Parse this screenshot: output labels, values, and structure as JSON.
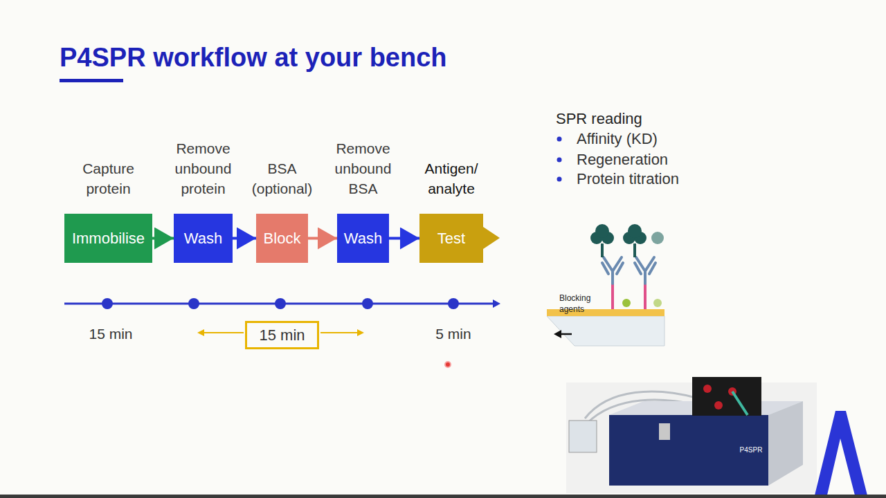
{
  "diagram": {
    "title": "P4SPR workflow at your bench",
    "nodes": [
      {
        "text": [
          "Capture protein",
          "Immobilise"
        ]
      },
      {
        "text": [
          "Remove unbound protein",
          "Wash"
        ]
      },
      {
        "text": [
          "BSA (optional)",
          "Block"
        ]
      },
      {
        "text": [
          "Remove unbound BSA",
          "Wash"
        ]
      },
      {
        "text": [
          "Antigen/ analyte",
          "Test"
        ]
      },
      {
        "text": [
          "15 min"
        ]
      }
    ],
    "edges": [
      {
        "from": 0,
        "to": 1,
        "arrow": "to"
      },
      {
        "from": 1,
        "to": 2,
        "arrow": "to"
      },
      {
        "from": 2,
        "to": 3,
        "arrow": "to"
      },
      {
        "from": 3,
        "to": 4,
        "arrow": "to"
      }
    ],
    "labels": [
      "15 min",
      "5 min",
      "SPR reading",
      "Affinity (KD)",
      "Regeneration",
      "Protein titration",
      "Blocking agents",
      "P4SPR"
    ]
  }
}
